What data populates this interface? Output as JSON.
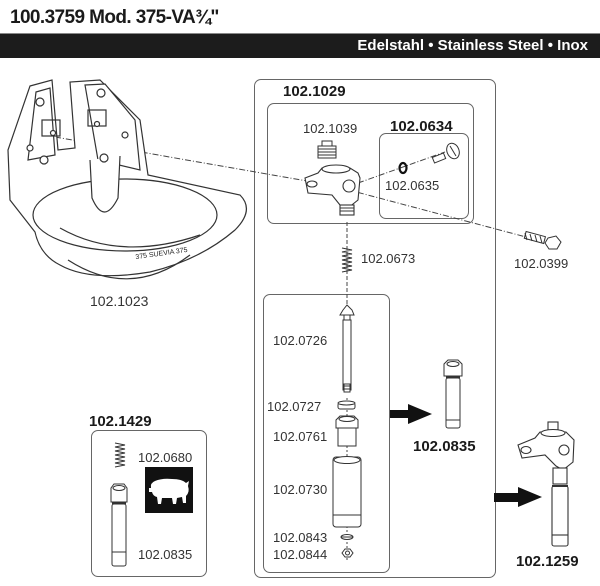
{
  "header": {
    "title": "100.3759 Mod. 375-VA¾\"",
    "banner": "Edelstahl • Stainless Steel • Inox"
  },
  "parts": {
    "bowl": {
      "number": "102.1023",
      "embossing": "375  SUEVIA 375"
    },
    "bolt": {
      "number": "102.0399"
    },
    "valve_group": {
      "number": "102.1029"
    },
    "plug": {
      "number": "102.1039"
    },
    "screw_set": {
      "number": "102.0634"
    },
    "o_ring": {
      "number": "102.0635"
    },
    "spring": {
      "number": "102.0673"
    },
    "pin": {
      "number": "102.0726"
    },
    "washer": {
      "number": "102.0727"
    },
    "nut_sleeve": {
      "number": "102.0761"
    },
    "tube": {
      "number": "102.0730"
    },
    "small_washer": {
      "number": "102.0843"
    },
    "small_nut": {
      "number": "102.0844"
    },
    "assembled_nozzle": {
      "number": "102.0835"
    },
    "complete_valve": {
      "number": "102.1259"
    },
    "pig_kit": {
      "number": "102.1429",
      "spring": "102.0680",
      "nozzle": "102.0835",
      "icon": "pig-icon"
    }
  },
  "colors": {
    "banner_bg": "#1c1c1c",
    "banner_text": "#ffffff",
    "line": "#444444"
  }
}
